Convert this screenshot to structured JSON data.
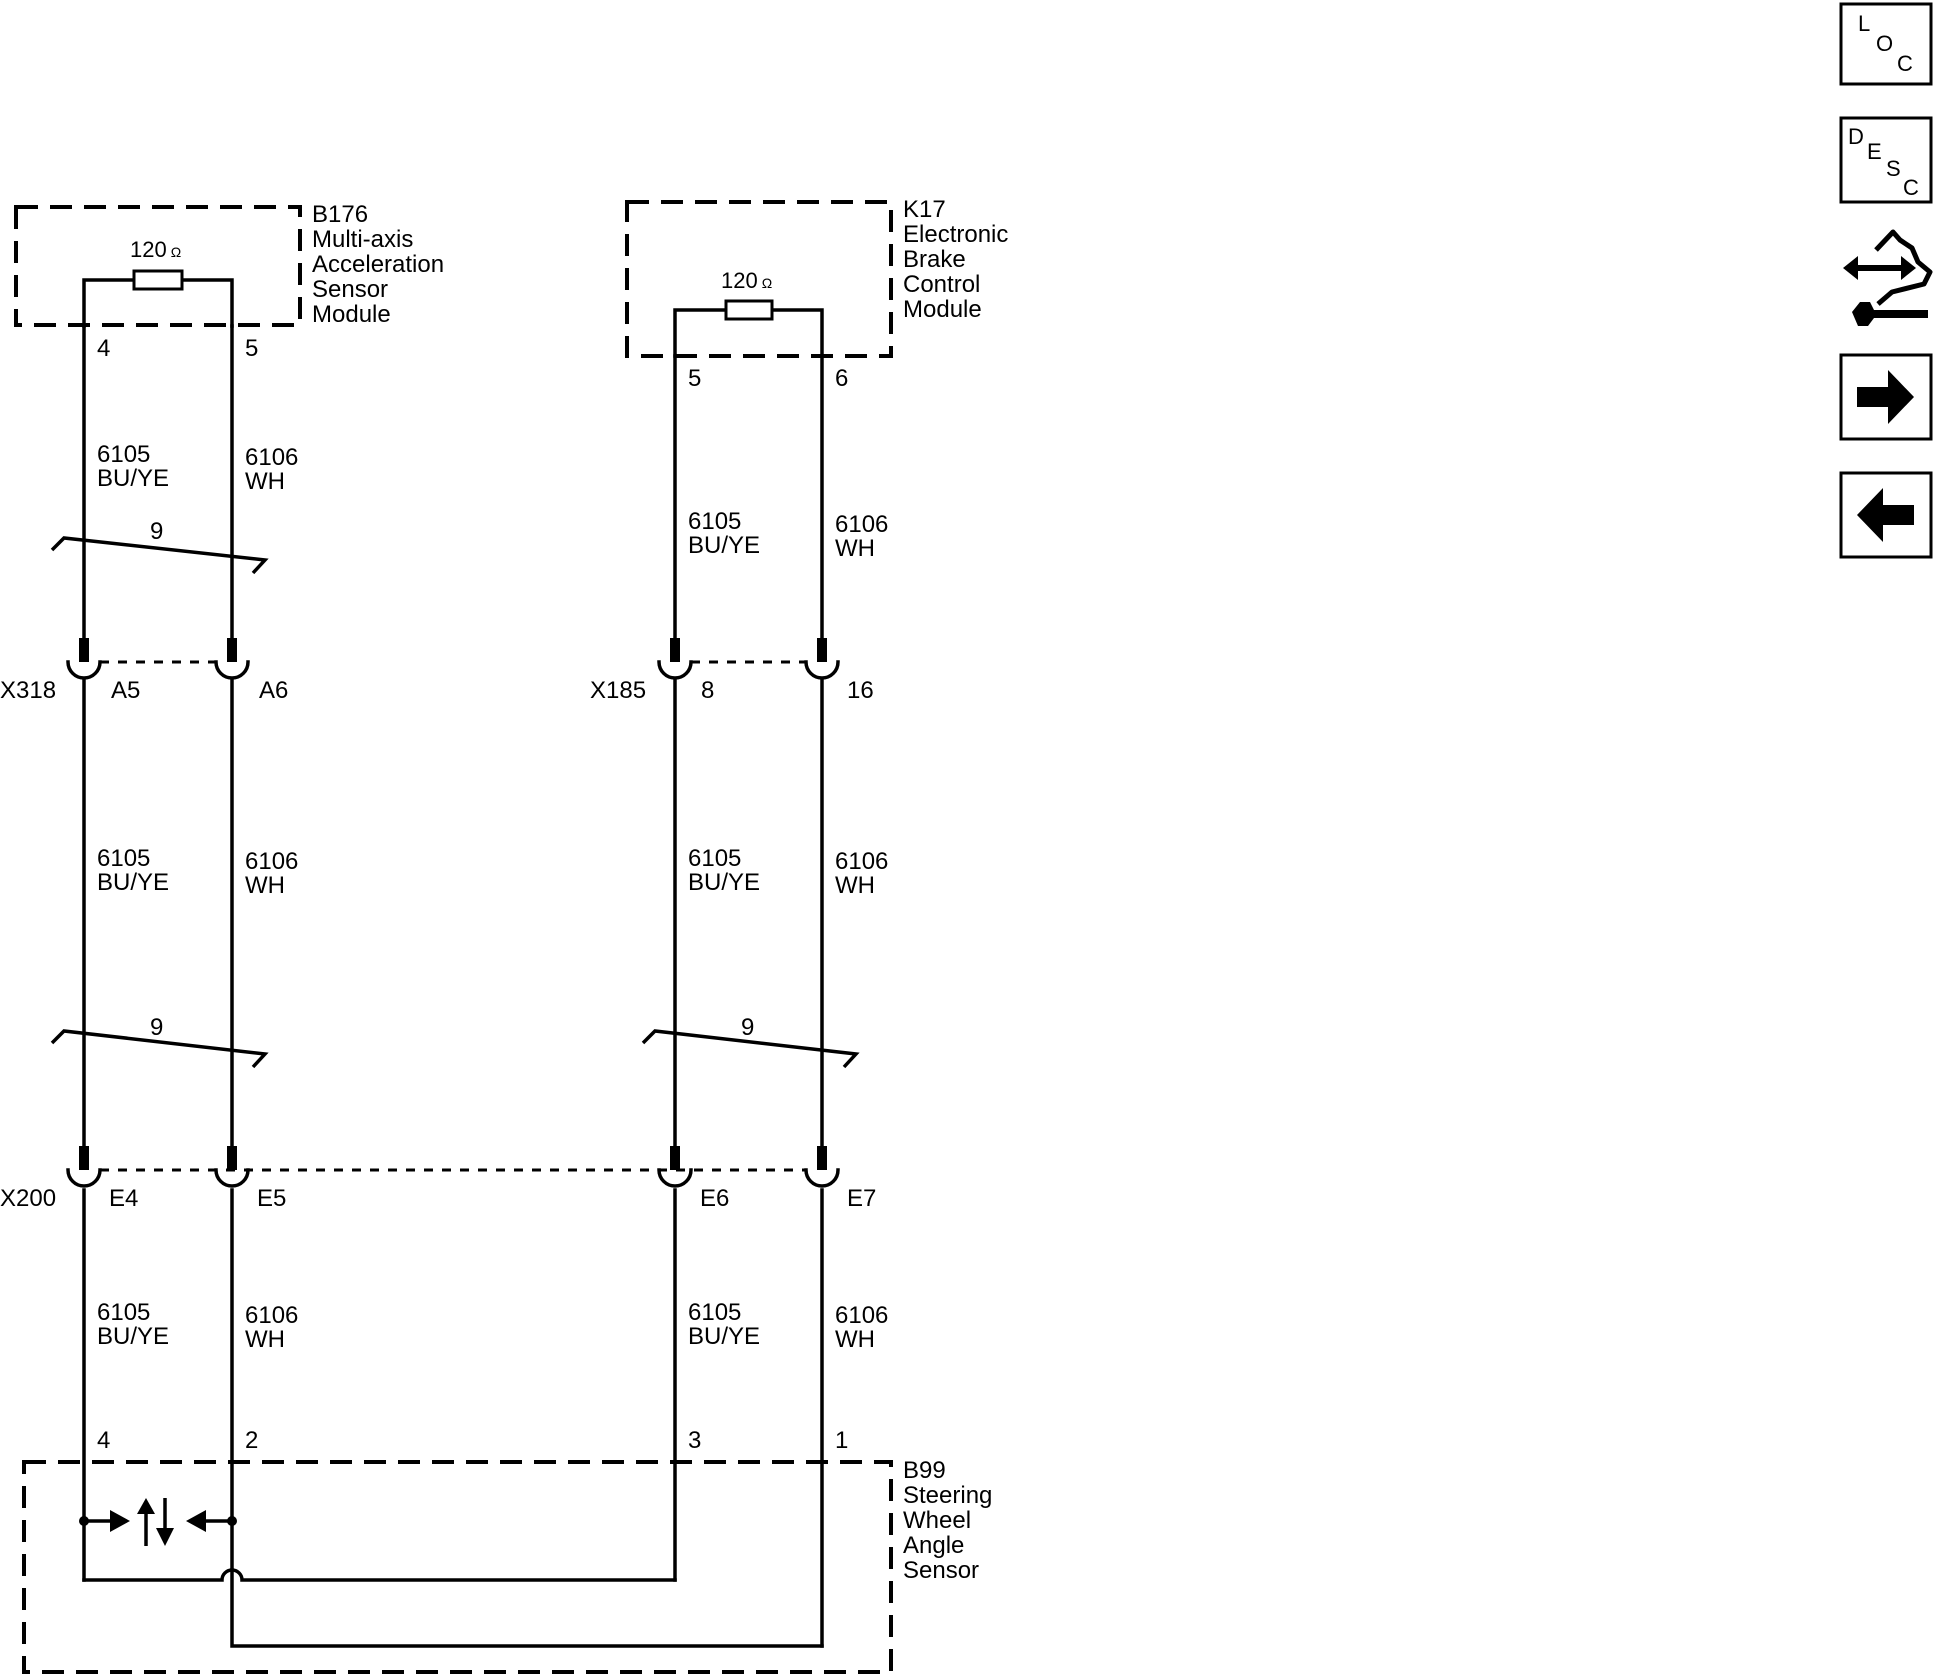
{
  "components": {
    "b176": {
      "ref": "B176",
      "lines": [
        "Multi-axis",
        "Acceleration",
        "Sensor",
        "Module"
      ],
      "resistor": "120",
      "pins": [
        "4",
        "5"
      ]
    },
    "k17": {
      "ref": "K17",
      "lines": [
        "Electronic",
        "Brake",
        "Control",
        "Module"
      ],
      "resistor": "120",
      "pins": [
        "5",
        "6"
      ]
    },
    "b99": {
      "ref": "B99",
      "lines": [
        "Steering",
        "Wheel",
        "Angle",
        "Sensor"
      ],
      "pins": [
        "4",
        "2",
        "3",
        "1"
      ]
    }
  },
  "ohm_symbol": "Ω",
  "connectors": {
    "x318": {
      "name": "X318",
      "pins": [
        "A5",
        "A6"
      ]
    },
    "x185": {
      "name": "X185",
      "pins": [
        "8",
        "16"
      ]
    },
    "x200": {
      "name": "X200",
      "pins": [
        "E4",
        "E5",
        "E6",
        "E7"
      ]
    }
  },
  "wires": {
    "can_low": {
      "circuit": "6105",
      "color": "BU/YE"
    },
    "can_high": {
      "circuit": "6106",
      "color": "WH"
    }
  },
  "twist_label": "9",
  "sidebar": {
    "loc": {
      "letters": [
        "L",
        "O",
        "C"
      ]
    },
    "desc": {
      "letters": [
        "D",
        "E",
        "S",
        "C"
      ]
    }
  },
  "icons": {
    "connector_end_view": "connector-end-view-icon",
    "next": "arrow-right-icon",
    "previous": "arrow-left-icon",
    "data_bus": "bidirectional-data-icon"
  }
}
